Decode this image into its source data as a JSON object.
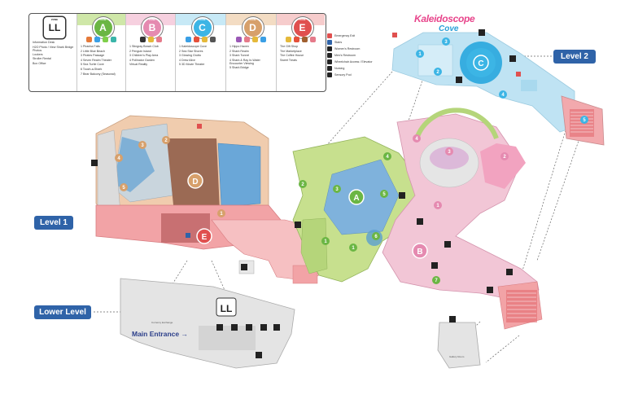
{
  "zones": [
    {
      "badge_label": "ZONE",
      "letter": "LL",
      "color": "#ffffff",
      "text_color": "#222222",
      "head_color": "#ffffff",
      "items": [
        "Information Desk",
        "H2O Photo / View Shark Bridge Photos",
        "Lockers",
        "Stroller Rental",
        "Box Office"
      ]
    },
    {
      "badge_label": "ZONE",
      "letter": "A",
      "color": "#6bb644",
      "text_color": "#ffffff",
      "head_color": "#cfe7a8",
      "items": [
        "1 Piranha Falls",
        "2 Little Blue Beach",
        "3 Pirates Passage",
        "4 Seven Realm Theater",
        "5 Sea Turtle Cove",
        "6 Touch-a-Shark",
        "7 Bear Balcony (Seasonal)"
      ]
    },
    {
      "badge_label": "ZONE",
      "letter": "B",
      "color": "#e58ab0",
      "text_color": "#ffffff",
      "head_color": "#f6d0df",
      "items": [
        "1 Stingray Beach Club",
        "2 Penguin Island",
        "3 Children's Play Area",
        "4 Pollinator Garden",
        "Virtual Reality"
      ]
    },
    {
      "badge_label": "ZONE",
      "letter": "C",
      "color": "#3cb5e5",
      "text_color": "#ffffff",
      "head_color": "#c7e9f6",
      "items": [
        "1 Kaleidoscope Cove",
        "2 Sea Star Shores",
        "3 Glowing Grotto",
        "4 Drew Alive",
        "5 3D Movie Theater"
      ]
    },
    {
      "badge_label": "ZONE",
      "letter": "D",
      "color": "#d7a06b",
      "text_color": "#ffffff",
      "head_color": "#f3dcc3",
      "items": [
        "1 Hippo Haven",
        "2 Shark Realm",
        "3 Shark Tunnel",
        "4 Shark & Ray In-Water Encounter Viewing",
        "5 Shark Bridge"
      ]
    },
    {
      "badge_label": "ZONE",
      "letter": "E",
      "color": "#e0504f",
      "text_color": "#ffffff",
      "head_color": "#f6cccc",
      "items": [
        "The Gift Shop",
        "The Marketplace",
        "The Coffee House",
        "Sweet Treats"
      ]
    }
  ],
  "amenities": [
    "Emergency Exit",
    "Stairs",
    "Women's Restroom",
    "Men's Restroom",
    "Wheelchair Access / Elevator",
    "Nursing",
    "Sensory Pod"
  ],
  "levels": {
    "level2": "Level 2",
    "level1": "Level 1",
    "lower": "Lower Level"
  },
  "entrance": "Main Entrance →",
  "logo": {
    "line1": "Kaleidoscope",
    "line2": "Cove"
  },
  "map_labels": {
    "currency": "Currency Exchange",
    "gallery": "Gallery Room"
  },
  "colors": {
    "zoneA": "#c7e08e",
    "zoneB": "#f2c6d6",
    "zoneC": "#bfe3f3",
    "zoneD": "#f0ccae",
    "zoneE": "#f0a3a6",
    "lower": "#e2e2e2",
    "accent": "#2f63a8"
  },
  "badges": {
    "A": [
      "1",
      "2",
      "3",
      "4",
      "5",
      "6",
      "7",
      "1"
    ],
    "B": [
      "1",
      "2",
      "3",
      "4"
    ],
    "C": [
      "1",
      "2",
      "3",
      "4",
      "5"
    ],
    "D": [
      "1",
      "2",
      "3",
      "4",
      "5"
    ]
  }
}
